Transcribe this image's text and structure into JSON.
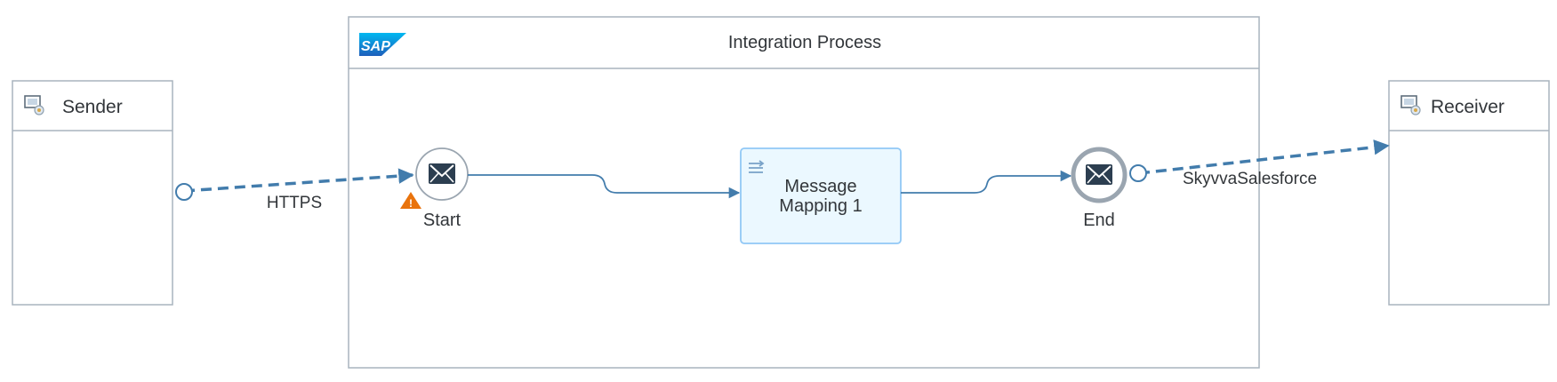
{
  "sender": {
    "title": "Sender",
    "icon": "system-participant-icon"
  },
  "receiver": {
    "title": "Receiver",
    "icon": "system-participant-icon"
  },
  "process": {
    "title": "Integration Process",
    "logo": "SAP"
  },
  "start_event": {
    "label": "Start",
    "icon": "envelope-icon",
    "warning": true
  },
  "mapping_step": {
    "label_line1": "Message",
    "label_line2": "Mapping 1",
    "icon": "mapping-icon"
  },
  "end_event": {
    "label": "End",
    "icon": "envelope-icon"
  },
  "sender_channel": {
    "label": "HTTPS"
  },
  "receiver_channel": {
    "label": "SkyvvaSalesforce"
  },
  "colors": {
    "border": "#a9b4be",
    "flow": "#427cac",
    "mapping_fill": "#ebf8ff",
    "mapping_border": "#91c8f6",
    "warning": "#e9730c",
    "sap_blue": "#1a9ce0"
  }
}
